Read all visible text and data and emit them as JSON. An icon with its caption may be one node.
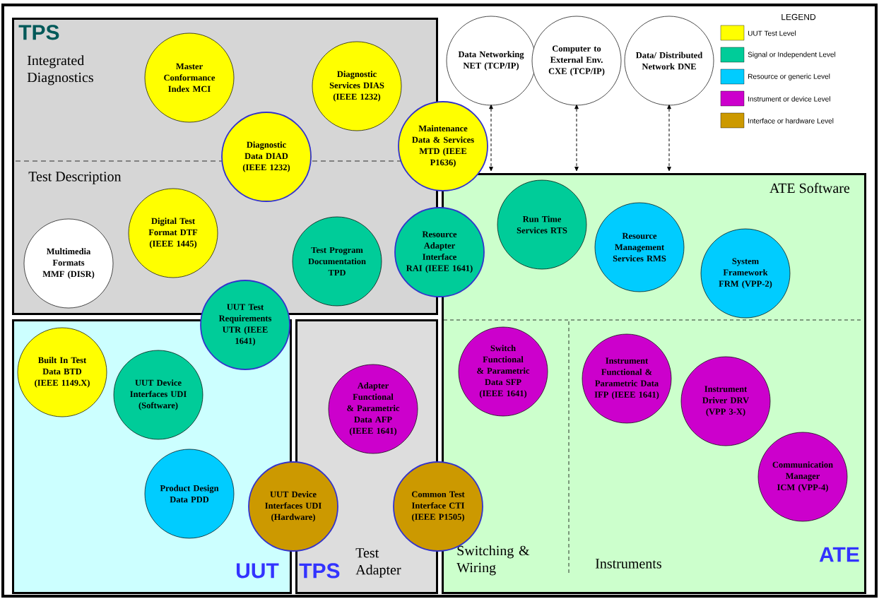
{
  "diagram": {
    "nodes": [
      {
        "text": [
          "TPS",
          "Integrated Diagnostics",
          "Test Description"
        ]
      },
      {
        "text": [
          "UUT"
        ]
      },
      {
        "text": [
          "TPS",
          "Test Adapter"
        ]
      },
      {
        "text": [
          "ATE Software",
          "Switching & Wiring",
          "Instruments",
          "ATE"
        ]
      },
      {
        "text": [
          "Master Conformance Index MCI"
        ],
        "in": 0
      },
      {
        "text": [
          "Diagnostic Services DIAS (IEEE 1232)"
        ],
        "in": 0
      },
      {
        "text": [
          "Diagnostic Data DIAD (IEEE 1232)"
        ],
        "in": 0
      },
      {
        "text": [
          "Maintenance Data & Services MTD (IEEE P1636)"
        ]
      },
      {
        "text": [
          "Data Networking NET (TCP/IP)"
        ]
      },
      {
        "text": [
          "Computer to External Env. CXE (TCP/IP)"
        ]
      },
      {
        "text": [
          "Data/ Distributed Network DNE"
        ]
      },
      {
        "text": [
          "Run Time Services RTS"
        ],
        "in": 3
      },
      {
        "text": [
          "Resource Management Services RMS"
        ],
        "in": 3
      },
      {
        "text": [
          "System Framework FRM (VPP-2)"
        ],
        "in": 3
      },
      {
        "text": [
          "Multimedia Formats MMF (DISR)"
        ],
        "in": 0
      },
      {
        "text": [
          "Digital Test Format DTF (IEEE 1445)"
        ],
        "in": 0
      },
      {
        "text": [
          "Test Program Documentation TPD"
        ],
        "in": 0
      },
      {
        "text": [
          "Resource Adapter Interface RAI (IEEE 1641)"
        ]
      },
      {
        "text": [
          "UUT Test Requirements UTR (IEEE 1641)"
        ]
      },
      {
        "text": [
          "Built In Test Data BTD (IEEE 1149.X)"
        ],
        "in": 1
      },
      {
        "text": [
          "UUT Device Interfaces UDI (Software)"
        ],
        "in": 1
      },
      {
        "text": [
          "Adapter Functional & Parametric Data AFP (IEEE 1641)"
        ],
        "in": 2
      },
      {
        "text": [
          "Switch Functional & Parametric Data SFP (IEEE 1641)"
        ],
        "in": 3
      },
      {
        "text": [
          "Instrument Functional & Parametric Data IFP (IEEE 1641)"
        ],
        "in": 3
      },
      {
        "text": [
          "Instrument Driver DRV (VPP 3-X)"
        ],
        "in": 3
      },
      {
        "text": [
          "Product Design Data PDD"
        ],
        "in": 1
      },
      {
        "text": [
          "UUT Device Interfaces UDI (Hardware)"
        ]
      },
      {
        "text": [
          "Common Test Interface CTI (IEEE P1505)"
        ]
      },
      {
        "text": [
          "Communication Manager ICM (VPP-4)"
        ],
        "in": 3
      }
    ],
    "edges": [
      {
        "from": 8,
        "to": 3,
        "arrow": "both",
        "style": "dashed"
      },
      {
        "from": 9,
        "to": 3,
        "arrow": "both",
        "style": "dashed"
      },
      {
        "from": 10,
        "to": 3,
        "arrow": "both",
        "style": "dashed"
      }
    ],
    "labels": [
      "LEGEND"
    ],
    "legend": [
      {
        "text": "UUT Test Level",
        "color": "#ffff00"
      },
      {
        "text": "Signal or Independent Level",
        "color": "#00cc99"
      },
      {
        "text": "Resource or generic Level",
        "color": "#00ccff"
      },
      {
        "text": "Instrument or device Level",
        "color": "#cc00cc"
      },
      {
        "text": "Interface or hardware Level",
        "color": "#cc9900"
      }
    ]
  }
}
